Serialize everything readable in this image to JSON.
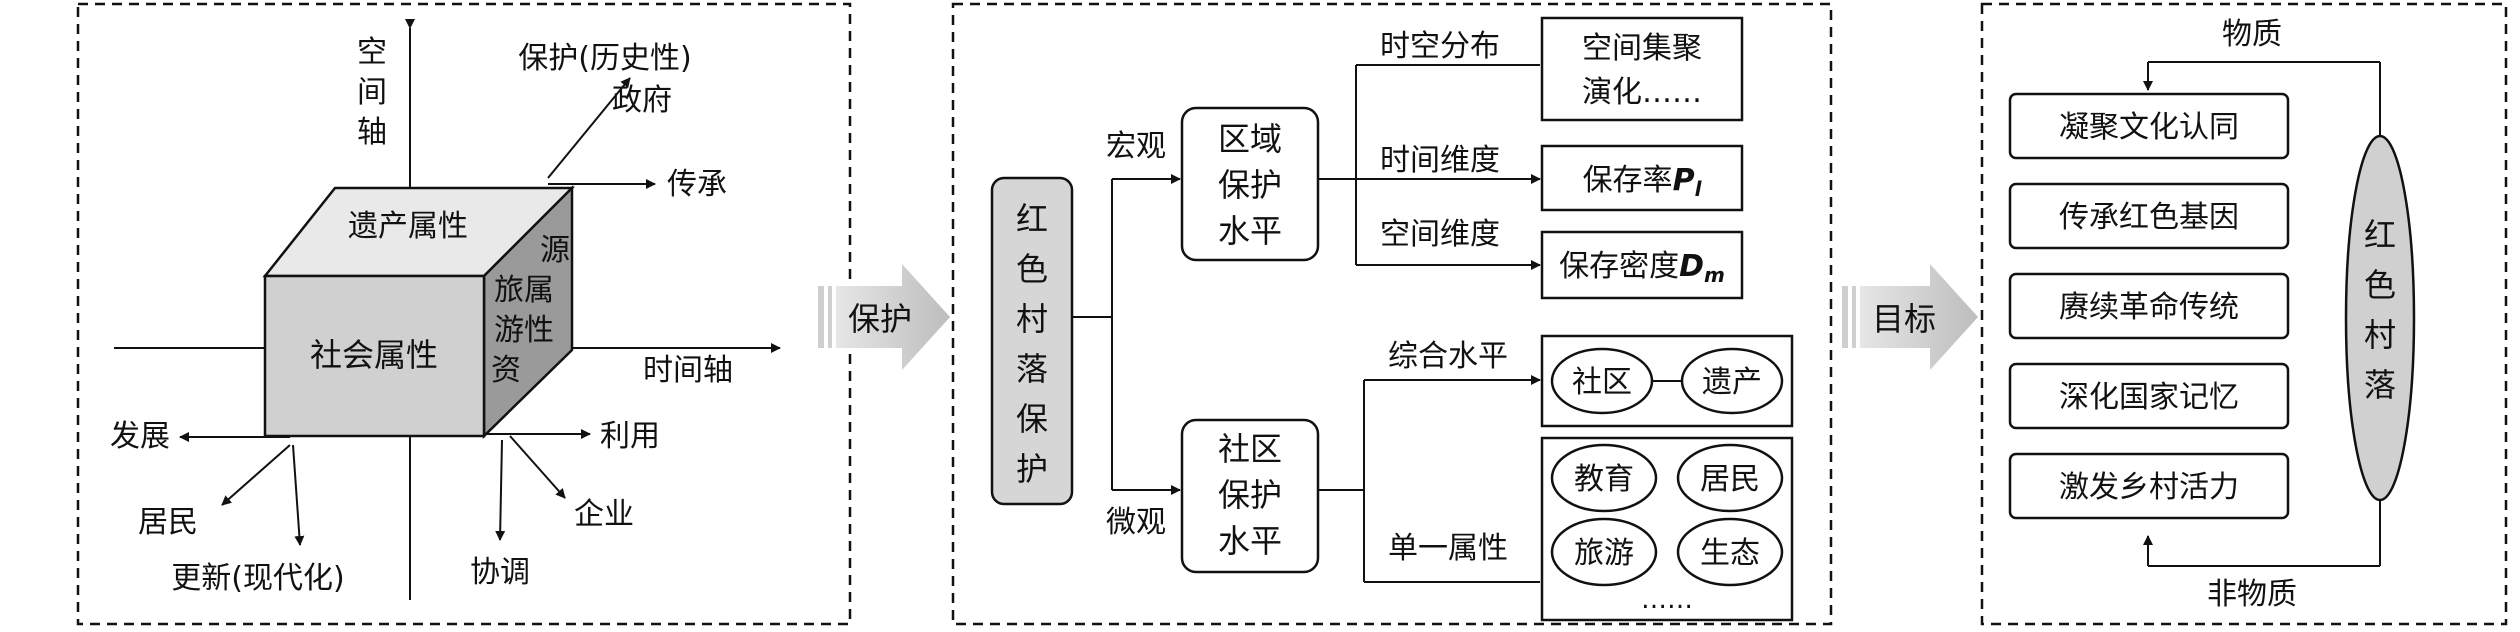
{
  "panel1": {
    "top_face": "遗产属性",
    "front_face": "社会属性",
    "side_face": [
      "源",
      "旅属",
      "游性",
      "资"
    ],
    "space_axis": [
      "空",
      "间",
      "轴"
    ],
    "time_axis": "时间轴",
    "protect_history": "保护(历史性)",
    "government": "政府",
    "inherit": "传承",
    "develop": "发展",
    "residents": "居民",
    "renew_modern": "更新(现代化)",
    "utilize": "利用",
    "enterprise": "企业",
    "coordinate": "协调"
  },
  "arrow1": "保护",
  "arrow2": "目标",
  "panel2": {
    "root": [
      "红",
      "色",
      "村",
      "落",
      "保",
      "护"
    ],
    "macro": "宏观",
    "micro": "微观",
    "region_box": [
      "区域",
      "保护",
      "水平"
    ],
    "community_box": [
      "社区",
      "保护",
      "水平"
    ],
    "spatiotemporal": "时空分布",
    "time_dimension": "时间维度",
    "space_dimension": "空间维度",
    "spatial_cluster": [
      "空间集聚",
      "演化……"
    ],
    "preservation_rate": "保存率",
    "preservation_rate_sym": "P",
    "preservation_rate_sub": "l",
    "preservation_density": "保存密度",
    "preservation_density_sym": "D",
    "preservation_density_sub": "m",
    "comprehensive_level": "综合水平",
    "community": "社区",
    "heritage": "遗产",
    "single_attribute": "单一属性",
    "education": "教育",
    "residents": "居民",
    "tourism": "旅游",
    "ecology": "生态",
    "ellipsis": "……"
  },
  "panel3": {
    "material": "物质",
    "immaterial": "非物质",
    "goals": [
      "凝聚文化认同",
      "传承红色基因",
      "赓续革命传统",
      "深化国家记忆",
      "激发乡村活力"
    ],
    "ellipse_text": [
      "红",
      "色",
      "村",
      "落"
    ]
  },
  "colors": {
    "line": "#111111",
    "cube_top": "#e9e9e9",
    "cube_front": "#d0d0d0",
    "cube_side": "#9a9a9a",
    "root_box": "#d6d6d6",
    "big_arrow": "#c8c8c8",
    "ellipse_fill": "#d0d0d0"
  }
}
